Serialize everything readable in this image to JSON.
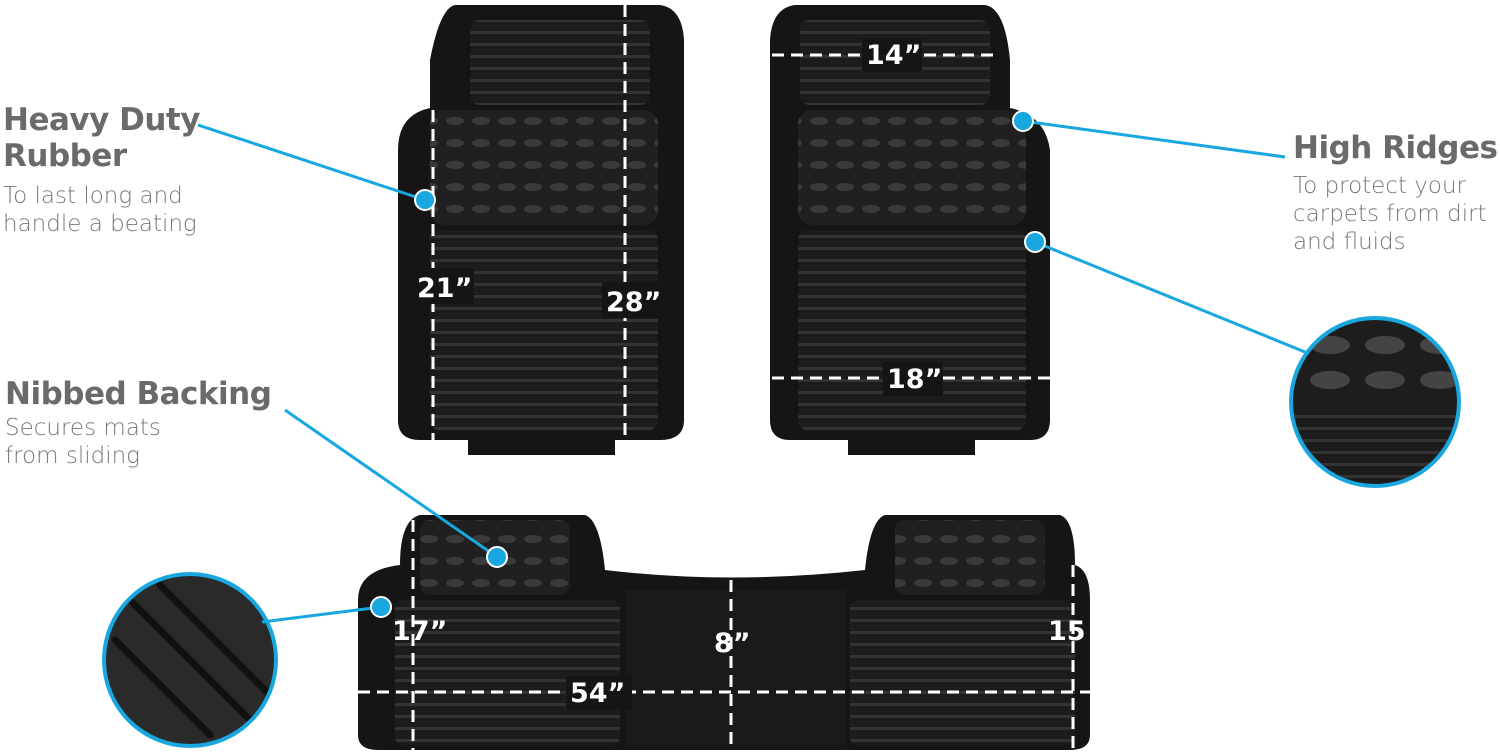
{
  "callouts": {
    "heavy_duty": {
      "title_line1": "Heavy Duty",
      "title_line2": "Rubber",
      "desc_line1": "To last long and",
      "desc_line2": "handle a beating"
    },
    "high_ridges": {
      "title": "High Ridges",
      "desc_line1": "To protect your",
      "desc_line2": "carpets from dirt",
      "desc_line3": "and fluids"
    },
    "nibbed_backing": {
      "title": "Nibbed Backing",
      "desc_line1": "Secures mats",
      "desc_line2": "from sliding"
    }
  },
  "dimensions": {
    "front_left_inner": "21”",
    "front_left_length": "28”",
    "front_right_top": "14”",
    "front_right_width": "18”",
    "rear_side": "17”",
    "rear_center": "8”",
    "rear_right": "15",
    "rear_width": "54”"
  },
  "colors": {
    "accent": "#19a7e0",
    "text": "#6a6a6a",
    "mat": "#1b1b1b"
  }
}
